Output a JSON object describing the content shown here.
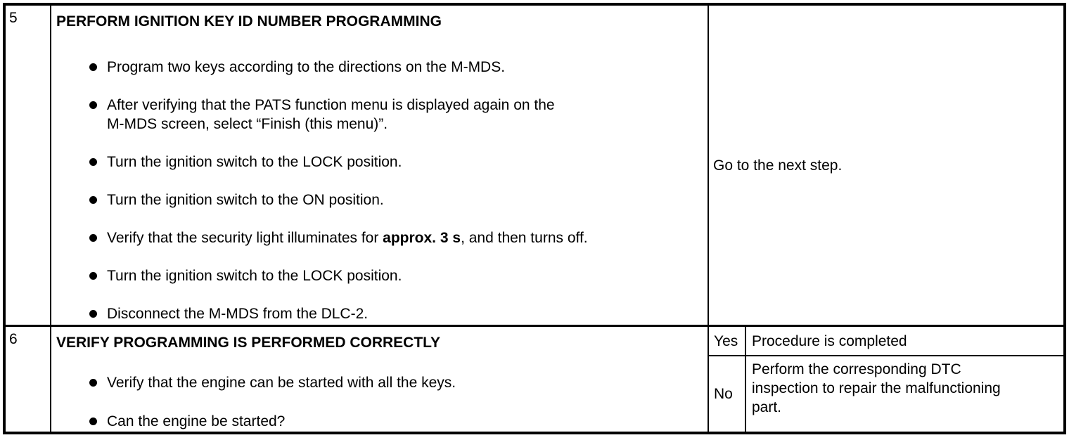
{
  "page": {
    "background_color": "#ffffff",
    "border_color": "#000000",
    "text_color": "#000000"
  },
  "table": {
    "rows": [
      {
        "step": "5",
        "title": "PERFORM IGNITION KEY ID NUMBER PROGRAMMING",
        "bullets": [
          {
            "text": "Program two keys according to the directions on the M-MDS."
          },
          {
            "lines": [
              "After verifying that the PATS function menu is displayed again on the",
              "M-MDS screen, select “Finish (this menu)”."
            ]
          },
          {
            "text": "Turn the ignition switch to the LOCK position."
          },
          {
            "text": "Turn the ignition switch to the ON position."
          },
          {
            "pre": "Verify that the security light illuminates for ",
            "bold": "approx. 3 s",
            "post": ", and then turns off."
          },
          {
            "text": "Turn the ignition switch to the LOCK position."
          },
          {
            "text": "Disconnect the M-MDS from the DLC-2."
          }
        ],
        "action": "Go to the next step."
      },
      {
        "step": "6",
        "title": "VERIFY PROGRAMMING IS PERFORMED CORRECTLY",
        "bullets": [
          {
            "text": "Verify that the engine can be started with all the keys."
          },
          {
            "text": "Can the engine be started?"
          }
        ],
        "actions": [
          {
            "answer": "Yes",
            "result": "Procedure is completed"
          },
          {
            "answer": "No",
            "result_lines": [
              "Perform the corresponding DTC",
              "inspection to repair the malfunctioning",
              "part."
            ]
          }
        ]
      }
    ]
  }
}
